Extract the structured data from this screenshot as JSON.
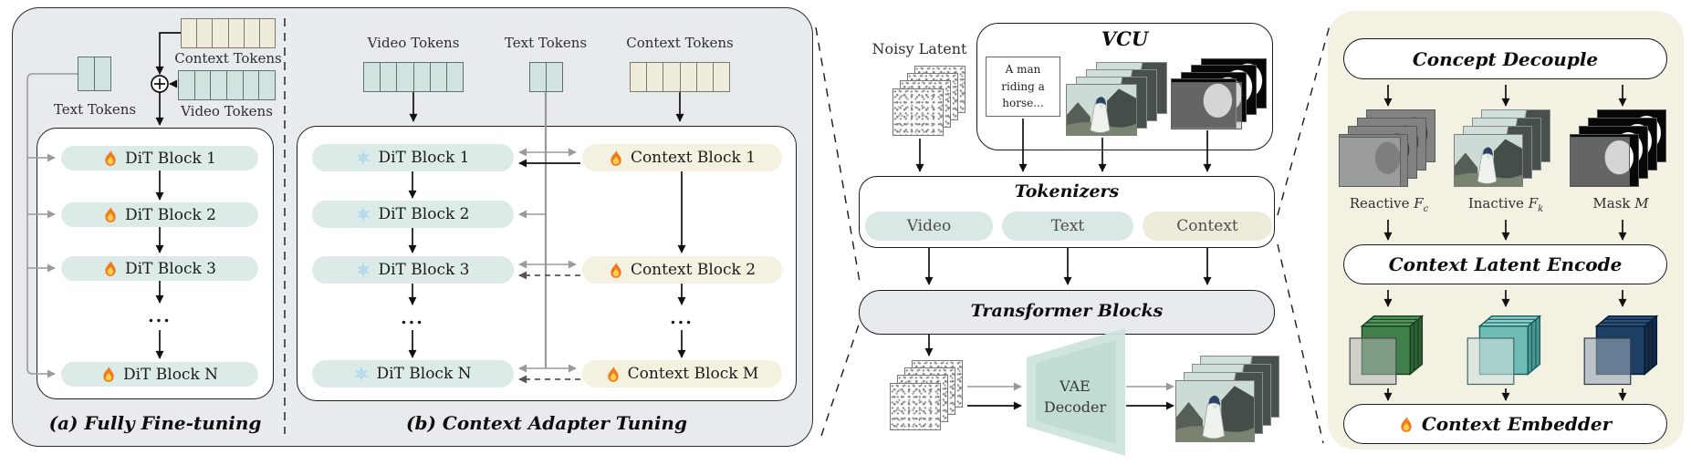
{
  "colors": {
    "panel_bg": "#e7ebee",
    "right_panel_bg": "#f3f1e2",
    "teal_pill": "#dcebe8",
    "cream_pill": "#f4f1e1",
    "teal_token": "#d2e3df",
    "cream_token": "#efecdc",
    "green_latent": "#41804d",
    "teal_latent": "#6fbcb4",
    "navy_latent": "#1d3f63",
    "vae_fill": "#cfe4de"
  },
  "icons": {
    "trainable": "fire-icon",
    "frozen": "snowflake-icon",
    "merge": "circled-plus-icon"
  },
  "panel_a": {
    "caption": "(a) Fully Fine-tuning",
    "context_tokens_label": "Context Tokens",
    "video_tokens_label": "Video Tokens",
    "text_tokens_label": "Text Tokens",
    "blocks": [
      "DiT Block 1",
      "DiT Block 2",
      "DiT Block 3",
      "DiT Block N"
    ],
    "ellipsis": "..."
  },
  "panel_b": {
    "caption": "(b) Context Adapter Tuning",
    "video_tokens_label": "Video Tokens",
    "text_tokens_label": "Text Tokens",
    "context_tokens_label": "Context Tokens",
    "dit_blocks": [
      "DiT Block 1",
      "DiT Block 2",
      "DiT Block 3",
      "DiT Block N"
    ],
    "context_blocks": [
      "Context Block 1",
      "Context Block 2",
      "Context Block M"
    ],
    "ellipsis": "..."
  },
  "middle": {
    "noisy_latent_label": "Noisy Latent",
    "vcu_title": "VCU",
    "vcu_prompt": "A man riding a horse...",
    "tokenizers_title": "Tokenizers",
    "tokenizer_pills": [
      "Video",
      "Text",
      "Context"
    ],
    "transformer_blocks_label": "Transformer Blocks",
    "vae_line1": "VAE",
    "vae_line2": "Decoder"
  },
  "panel_right": {
    "concept_decouple_label": "Concept Decouple",
    "context_latent_encode_label": "Context Latent Encode",
    "context_embedder_label": "Context Embedder",
    "outputs": [
      {
        "name": "Reactive ",
        "symbol": "F",
        "sub": "c"
      },
      {
        "name": "Inactive ",
        "symbol": "F",
        "sub": "k"
      },
      {
        "name": "Mask ",
        "symbol": "M",
        "sub": ""
      }
    ]
  }
}
